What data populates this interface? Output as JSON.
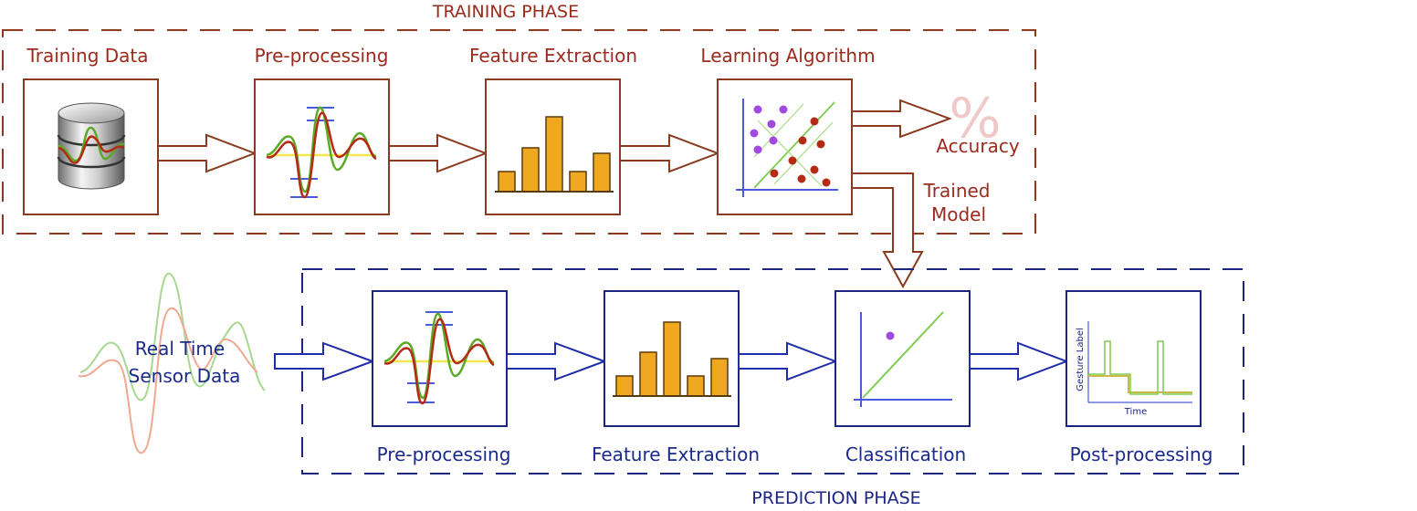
{
  "training": {
    "title": "TRAINING PHASE",
    "steps": [
      "Training Data",
      "Pre-processing",
      "Feature Extraction",
      "Learning Algorithm"
    ],
    "accuracy_symbol": "%",
    "accuracy_label": "Accuracy",
    "trained_model_line1": "Trained",
    "trained_model_line2": "Model"
  },
  "prediction": {
    "title": "PREDICTION PHASE",
    "input_line1": "Real Time",
    "input_line2": "Sensor Data",
    "steps": [
      "Pre-processing",
      "Feature Extraction",
      "Classification",
      "Post-processing"
    ],
    "plot_ylabel": "Gesture Label",
    "plot_xlabel": "Time"
  },
  "colors": {
    "training": "#8b3a1e",
    "prediction": "#1f2ea8",
    "bar": "#f0a820",
    "signal_green": "#5aaa28",
    "signal_red": "#b42a14",
    "signal_yellow": "#f3e84a"
  }
}
